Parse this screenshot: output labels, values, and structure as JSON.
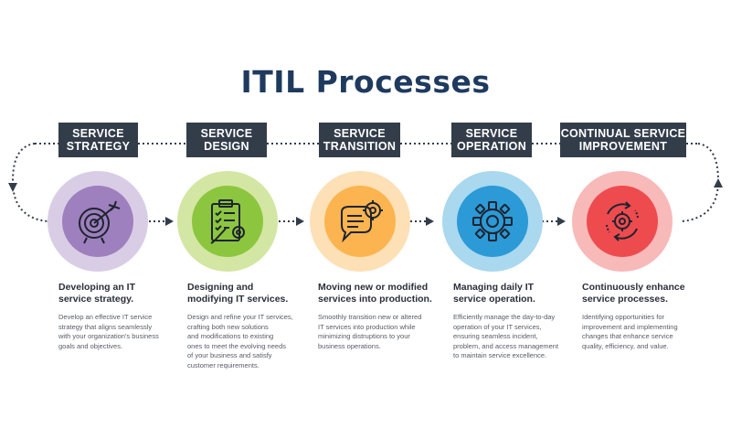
{
  "title": "ITIL Processes",
  "stages": [
    {
      "label": "SERVICE\nSTRATEGY",
      "heading": "Developing an IT\nservice strategy.",
      "body": "Develop an effective IT service\nstrategy that aligns seamlessly\nwith your organization's business\ngoals and objectives.",
      "icon": "target-icon",
      "outer_color": "#d9cde6",
      "inner_color": "#9d80bd"
    },
    {
      "label": "SERVICE\nDESIGN",
      "heading": "Designing and\nmodifying IT services.",
      "body": "Design and refine your IT services,\ncrafting both new solutions\nand modifications to existing\nones to meet the evolving needs\nof your business and satisfy\ncustomer requirements.",
      "icon": "clipboard-gear-icon",
      "outer_color": "#d4e6a3",
      "inner_color": "#8cc63f"
    },
    {
      "label": "SERVICE\nTRANSITION",
      "heading": "Moving new or modified\nservices into production.",
      "body": "Smoothly transition new or altered\nIT services into production while\nminimizing distruptions to your\nbusiness operations.",
      "icon": "chat-gear-icon",
      "outer_color": "#fde0b5",
      "inner_color": "#fbb44f"
    },
    {
      "label": "SERVICE\nOPERATION",
      "heading": "Managing daily IT\nservice operation.",
      "body": "Efficiently manage the day-to-day\noperation of your IT services,\nensuring seamless incident,\nproblem, and access management\nto maintain service excellence.",
      "icon": "gear-icon",
      "outer_color": "#a9d8ef",
      "inner_color": "#2b9ad6"
    },
    {
      "label": "CONTINUAL SERVICE\nIMPROVEMENT",
      "heading": "Continuously enhance\nservice processes.",
      "body": "Identifying opportunities for\nimprovement and implementing\nchanges that enhance service\nquality, efficiency, and value.",
      "icon": "gear-cycle-icon",
      "outer_color": "#f8b9b9",
      "inner_color": "#ee4b4f"
    }
  ],
  "colors": {
    "title": "#1e3a5f",
    "label_bg": "#333d4a",
    "connector": "#333d4a"
  }
}
